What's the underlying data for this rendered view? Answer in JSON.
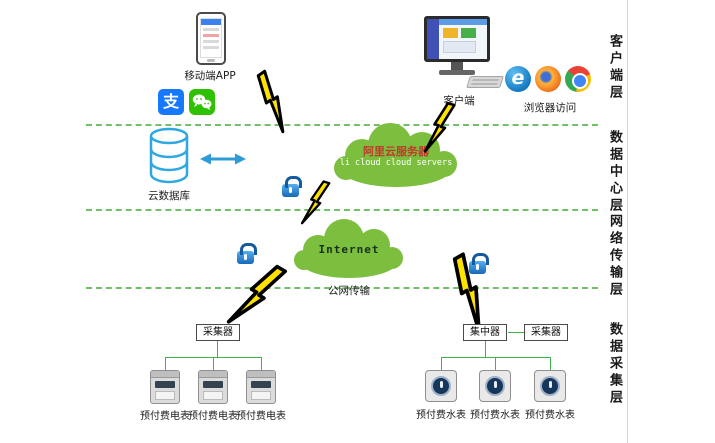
{
  "layer_labels": {
    "client": "客户端层",
    "data_center": "数据中心层",
    "network": "网络传输层",
    "collection": "数据采集层"
  },
  "client_layer": {
    "mobile_app": "移动端APP",
    "client_pc": "客户端",
    "browser_access": "浏览器访问"
  },
  "data_center_layer": {
    "cloud_db": "云数据库",
    "ali_cloud_title": "阿里云服务器",
    "ali_cloud_subtitle": "li cloud  cloud servers"
  },
  "network_layer": {
    "internet": "Internet",
    "public_transmission": "公网传输"
  },
  "collection_layer": {
    "collector_left": "采集器",
    "concentrator": "集中器",
    "collector_right": "采集器",
    "electric_meters": [
      "预付费电表",
      "预付费电表",
      "预付费电表"
    ],
    "water_meters": [
      "预付费水表",
      "预付费水表",
      "预付费水表"
    ]
  },
  "icons": {
    "alipay_glyph": "支",
    "ie_glyph": "e"
  },
  "colors": {
    "cloud_green": "#7cbf3f",
    "separator_green": "#72bf6a",
    "connector_green": "#3cb54a",
    "lightning_yellow": "#ffe100",
    "lock_blue": "#1669b8",
    "database_blue": "#2fa8e0",
    "alipay_blue": "#1678ff",
    "wechat_green": "#2dc100",
    "ali_title_red": "#c0392b"
  }
}
